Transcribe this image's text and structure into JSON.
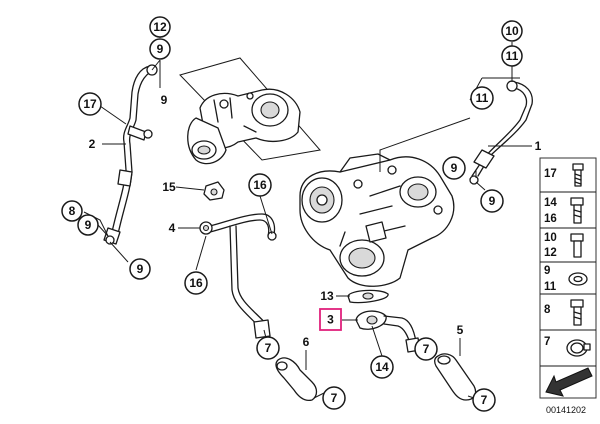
{
  "accent_color": "#e0217c",
  "callouts": {
    "c12": "12",
    "c9a": "9",
    "c9b": "9",
    "c17": "17",
    "c2": "2",
    "c8": "8",
    "c9c": "9",
    "c9d": "9",
    "c15": "15",
    "c4": "4",
    "c16a": "16",
    "c16b": "16",
    "c10": "10",
    "c11a": "11",
    "c11b": "11",
    "c1": "1",
    "c9e": "9",
    "c9f": "9",
    "c13": "13",
    "c3": "3",
    "c14": "14",
    "c7a": "7",
    "c7b": "7",
    "c7c": "7",
    "c7d": "7",
    "c6": "6",
    "c5": "5"
  },
  "legend": {
    "rows": [
      {
        "top": "17",
        "bottom": ""
      },
      {
        "top": "14",
        "bottom": "16"
      },
      {
        "top": "10",
        "bottom": "12"
      },
      {
        "top": "9",
        "bottom": "11"
      },
      {
        "top": "8",
        "bottom": ""
      },
      {
        "top": "7",
        "bottom": ""
      }
    ]
  },
  "diagram_id": "00141202",
  "icons": [
    "arrow-direction-icon"
  ]
}
